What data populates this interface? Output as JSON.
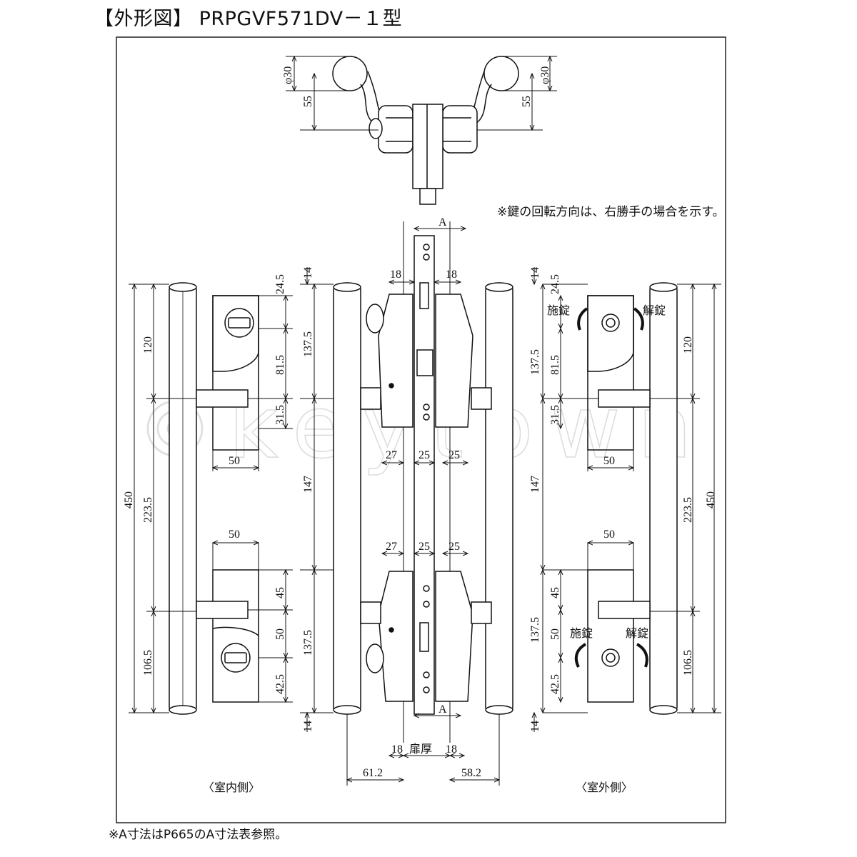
{
  "title": "【外形図】 PRPGVF571DV－１型",
  "note": "※鍵の回転方向は、右勝手の場合を示す。",
  "footnote": "※A寸法はP665のA寸法表参照。",
  "labels": {
    "indoor": "〈室内側〉",
    "outdoor": "〈室外側〉",
    "lock": "施錠",
    "unlock": "解錠",
    "door_thickness": "扉厚",
    "a_mark": "A"
  },
  "watermark": "keytown",
  "dims": {
    "phi30": "φ30",
    "d55": "55",
    "d14": "14",
    "d24_5": "24.5",
    "d120": "120",
    "d81_5": "81.5",
    "d137_5": "137.5",
    "d31_5": "31.5",
    "d50": "50",
    "d450": "450",
    "d223_5": "223.5",
    "d147": "147",
    "d45": "45",
    "d106_5": "106.5",
    "d42_5": "42.5",
    "d18": "18",
    "d27": "27",
    "d25": "25",
    "d61_2": "61.2",
    "d58_2": "58.2"
  }
}
